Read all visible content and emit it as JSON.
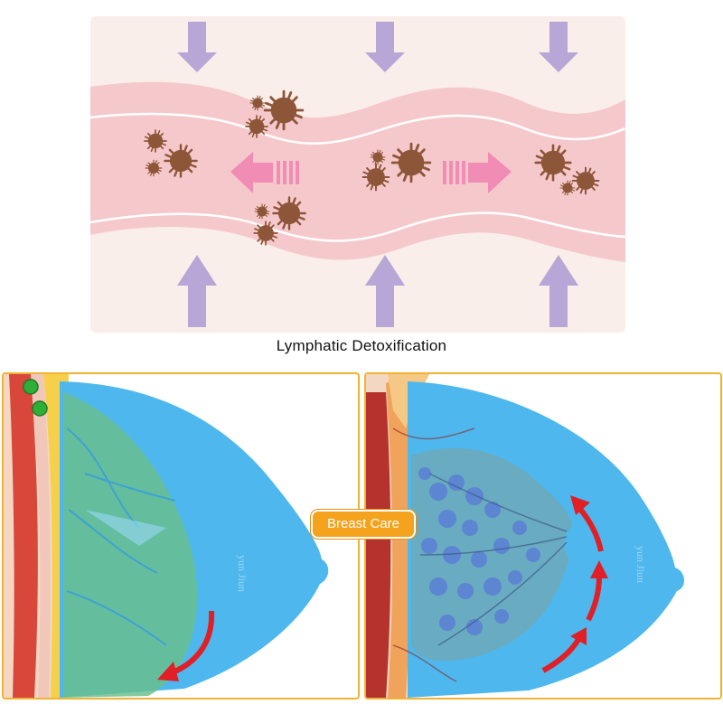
{
  "caption": "Lymphatic Detoxification",
  "badge": "Breast Care",
  "watermark": "yun Jiun",
  "colors": {
    "panel_bg": "#faeeea",
    "vessel": "#f5c9cc",
    "arrow_purple": "#b7a6d6",
    "arrow_pink": "#f18cb4",
    "toxin": "#8e5638",
    "frame": "#f2b233",
    "badge": "#f5a21c",
    "breast_blue": "#4eb8ee",
    "motion_arrow": "#e01f26"
  },
  "icons": [
    "down-arrow-icon",
    "up-arrow-icon",
    "left-arrow-icon",
    "right-arrow-icon",
    "toxin-particle-icon"
  ]
}
